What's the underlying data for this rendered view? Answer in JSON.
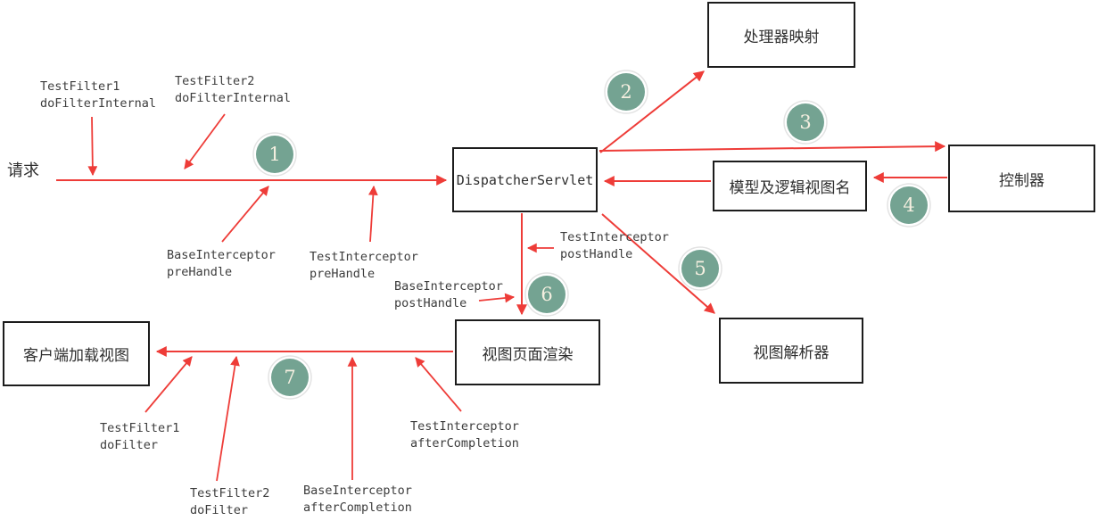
{
  "boxes": {
    "handler_mapping": "处理器映射",
    "dispatcher_servlet": "DispatcherServlet",
    "controller": "控制器",
    "model_and_logical_view_name": "模型及逻辑视图名",
    "view_resolver": "视图解析器",
    "view_page_render": "视图页面渲染",
    "client_load_view": "客户端加载视图"
  },
  "request_label": "请求",
  "steps": [
    "1",
    "2",
    "3",
    "4",
    "5",
    "6",
    "7"
  ],
  "annotations": {
    "testfilter1_dofilterinternal": {
      "line1": "TestFilter1",
      "line2": "doFilterInternal"
    },
    "testfilter2_dofilterinternal": {
      "line1": "TestFilter2",
      "line2": "doFilterInternal"
    },
    "baseinterceptor_prehandle": {
      "line1": "BaseInterceptor",
      "line2": "preHandle"
    },
    "testinterceptor_prehandle": {
      "line1": "TestInterceptor",
      "line2": "preHandle"
    },
    "testinterceptor_posthandle": {
      "line1": "TestInterceptor",
      "line2": "postHandle"
    },
    "baseinterceptor_posthandle": {
      "line1": "BaseInterceptor",
      "line2": "postHandle"
    },
    "testinterceptor_aftercompletion": {
      "line1": "TestInterceptor",
      "line2": "afterCompletion"
    },
    "baseinterceptor_aftercompletion": {
      "line1": "BaseInterceptor",
      "line2": "afterCompletion"
    },
    "testfilter2_dofilter": {
      "line1": "TestFilter2",
      "line2": "doFilter"
    },
    "testfilter1_dofilter": {
      "line1": "TestFilter1",
      "line2": "doFilter"
    }
  },
  "colors": {
    "arrow_red": "#ee3c38",
    "step_circle_teal": "#74a392",
    "step_number_cream": "#f5efe0",
    "box_border": "#1c1c1c",
    "label_text": "#3c3c3c"
  }
}
